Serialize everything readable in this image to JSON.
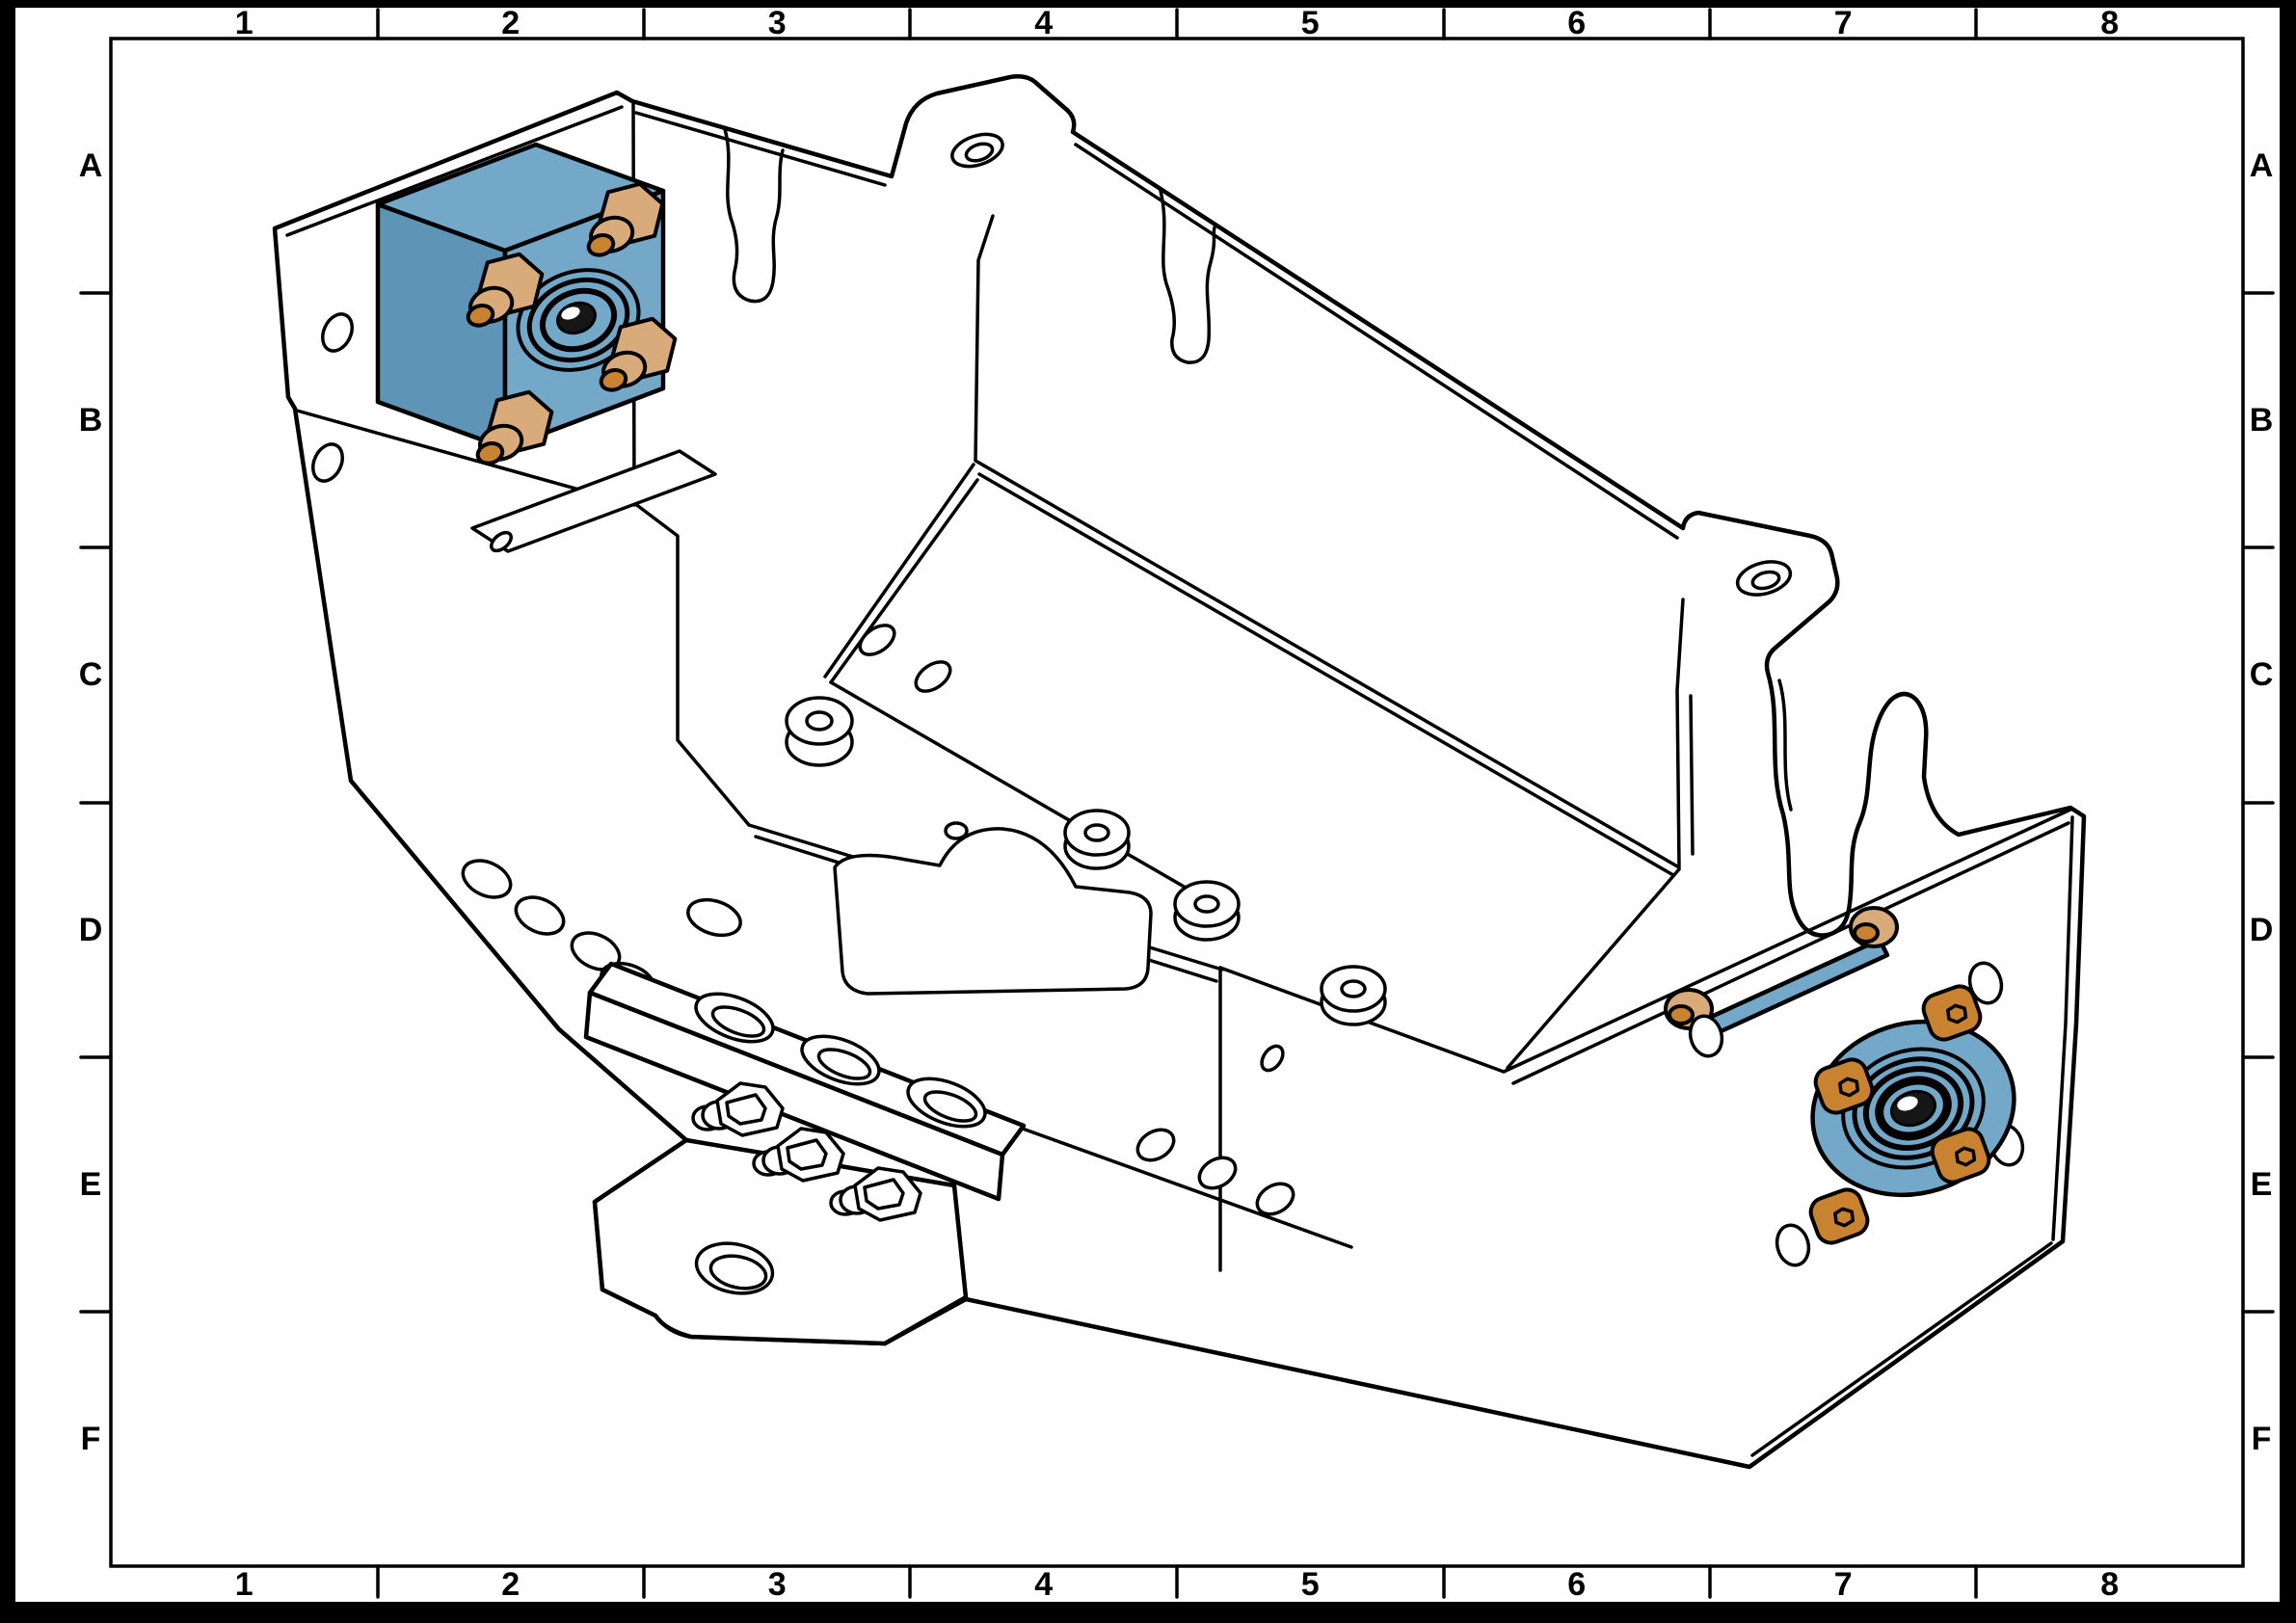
{
  "frame": {
    "columns": [
      "1",
      "2",
      "3",
      "4",
      "5",
      "6",
      "7",
      "8"
    ],
    "rows": [
      "A",
      "B",
      "C",
      "D",
      "E",
      "F"
    ]
  },
  "drawing": {
    "description": "Isometric line-art CAD view of a sheet-metal chassis assembly",
    "components": [
      "sheet-metal-chassis",
      "square-bearing-block",
      "flanged-round-bearing",
      "hex-head-screws",
      "socket-head-screws",
      "flange-nuts",
      "spacer-standoffs",
      "shaft-spacer-strip",
      "lower-mounting-bracket"
    ],
    "colors": {
      "paper": "#ffffff",
      "line": "#000000",
      "accent_blue": "#74A8C8",
      "accent_blue_dark": "#5E94B5",
      "copper_light": "#D9AB7A",
      "copper_dark": "#C9822F",
      "frame_background": "#000000"
    }
  }
}
